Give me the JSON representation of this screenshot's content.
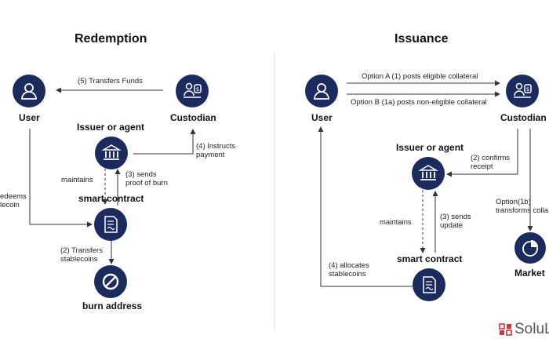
{
  "redemption": {
    "title": "Redemption",
    "nodes": {
      "user": "User",
      "custodian": "Custodian",
      "issuer": "Issuer or agent",
      "contract": "smart contract",
      "burn": "burn address"
    },
    "edges": {
      "transfers_funds": "(5) Transfers Funds",
      "instructs_1": "(4) Instructs",
      "instructs_2": "payment",
      "maintains": "maintains",
      "sends_1": "(3) sends",
      "sends_2": "proof of burn",
      "redeems_1": "edeems",
      "redeems_2": "lecoin",
      "transfers_1": "(2) Transfers",
      "transfers_2": "stablecoins"
    }
  },
  "issuance": {
    "title": "Issuance",
    "nodes": {
      "user": "User",
      "custodian": "Custodian",
      "issuer": "Issuer or agent",
      "contract": "smart contract",
      "market": "Market"
    },
    "edges": {
      "option_a": "Option A (1) posts eligible collateral",
      "option_b": "Option B (1a) posts non-eligible collateral",
      "confirms_1": "(2) confirms",
      "confirms_2": "receipt",
      "transforms_1": "Option(1b)",
      "transforms_2": "transforms colla",
      "maintains": "maintains",
      "sends_1": "(3) sends",
      "sends_2": "update",
      "allocates_1": "(4) allocates",
      "allocates_2": "stablecoins"
    }
  },
  "icons": {
    "user": "user-icon",
    "custodian": "custodian-icon",
    "issuer": "bank-icon",
    "contract": "contract-icon",
    "burn": "prohibited-icon",
    "market": "pie-chart-icon"
  },
  "brand": {
    "text": "SoluL"
  },
  "colors": {
    "node_fill": "#1b2b5e",
    "arrow": "#333333",
    "divider": "#d9d9d9",
    "brand_red": "#d0353f"
  }
}
